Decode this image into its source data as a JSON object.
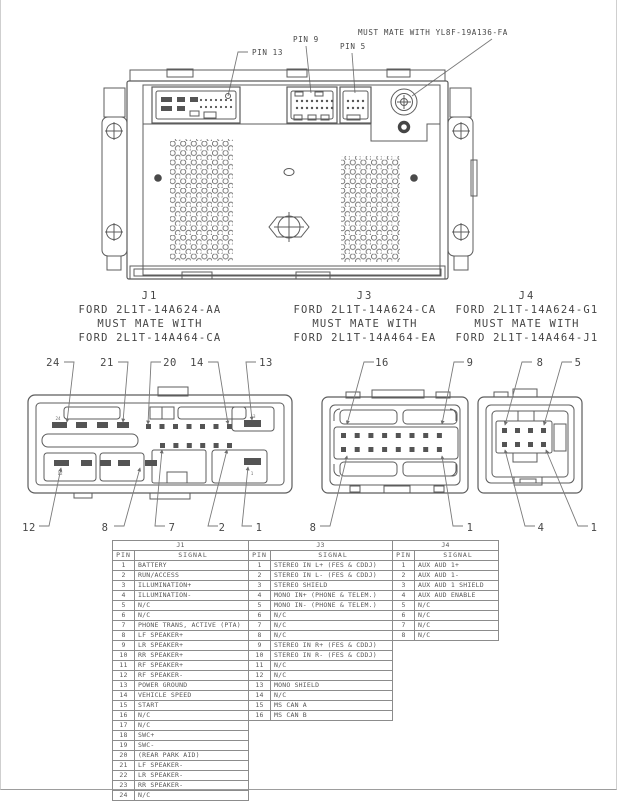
{
  "radio": {
    "mate_note": "MUST MATE WITH YL8F-19A136-FA",
    "pin13_label": "PIN 13",
    "pin9_label": "PIN 9",
    "pin5_label": "PIN 5"
  },
  "connectors": [
    {
      "id": "J1",
      "part": "FORD 2L1T-14A624-AA",
      "mate_line": "MUST MATE WITH",
      "mate_part": "FORD 2L1T-14A464-CA",
      "callouts_top": [
        "24",
        "21",
        "20",
        "14",
        "13"
      ],
      "callouts_bottom": [
        "12",
        "8",
        "7",
        "2",
        "1"
      ],
      "inner_marks": [
        "24",
        "13",
        "12",
        "1"
      ]
    },
    {
      "id": "J3",
      "part": "FORD 2L1T-14A624-CA",
      "mate_line": "MUST MATE WITH",
      "mate_part": "FORD 2L1T-14A464-EA",
      "callouts_top": [
        "16",
        "9"
      ],
      "callouts_bottom": [
        "8",
        "1"
      ]
    },
    {
      "id": "J4",
      "part": "FORD 2L1T-14A624-G1",
      "mate_line": "MUST MATE WITH",
      "mate_part": "FORD 2L1T-14A464-J1",
      "callouts_top": [
        "8",
        "5"
      ],
      "callouts_bottom": [
        "4",
        "1"
      ]
    }
  ],
  "tables": [
    {
      "title": "J1",
      "headers": [
        "PIN",
        "SIGNAL"
      ],
      "rows": [
        [
          "1",
          "BATTERY"
        ],
        [
          "2",
          "RUN/ACCESS"
        ],
        [
          "3",
          "ILLUMINATION+"
        ],
        [
          "4",
          "ILLUMINATION-"
        ],
        [
          "5",
          "N/C"
        ],
        [
          "6",
          "N/C"
        ],
        [
          "7",
          "PHONE TRANS, ACTIVE (PTA)"
        ],
        [
          "8",
          "LF SPEAKER+"
        ],
        [
          "9",
          "LR SPEAKER+"
        ],
        [
          "10",
          "RR SPEAKER+"
        ],
        [
          "11",
          "RF SPEAKER+"
        ],
        [
          "12",
          "RF SPEAKER-"
        ],
        [
          "13",
          "POWER GROUND"
        ],
        [
          "14",
          "VEHICLE SPEED"
        ],
        [
          "15",
          "START"
        ],
        [
          "16",
          "N/C"
        ],
        [
          "17",
          "N/C"
        ],
        [
          "18",
          "SWC+"
        ],
        [
          "19",
          "SWC-"
        ],
        [
          "20",
          "(REAR PARK AID)"
        ],
        [
          "21",
          "LF SPEAKER-"
        ],
        [
          "22",
          "LR SPEAKER-"
        ],
        [
          "23",
          "RR SPEAKER-"
        ],
        [
          "24",
          "N/C"
        ]
      ]
    },
    {
      "title": "J3",
      "headers": [
        "PIN",
        "SIGNAL"
      ],
      "rows": [
        [
          "1",
          "STEREO IN L+ (FES & CDDJ)"
        ],
        [
          "2",
          "STEREO IN L- (FES & CDDJ)"
        ],
        [
          "3",
          "STEREO SHIELD"
        ],
        [
          "4",
          "MONO IN+ (PHONE & TELEM.)"
        ],
        [
          "5",
          "MONO IN- (PHONE & TELEM.)"
        ],
        [
          "6",
          "N/C"
        ],
        [
          "7",
          "N/C"
        ],
        [
          "8",
          "N/C"
        ],
        [
          "9",
          "STEREO IN R+ (FES & CDDJ)"
        ],
        [
          "10",
          "STEREO IN R- (FES & CDDJ)"
        ],
        [
          "11",
          "N/C"
        ],
        [
          "12",
          "N/C"
        ],
        [
          "13",
          "MONO SHIELD"
        ],
        [
          "14",
          "N/C"
        ],
        [
          "15",
          "MS CAN A"
        ],
        [
          "16",
          "MS CAN B"
        ]
      ]
    },
    {
      "title": "J4",
      "headers": [
        "PIN",
        "SIGNAL"
      ],
      "rows": [
        [
          "1",
          "AUX AUD 1+"
        ],
        [
          "2",
          "AUX AUD 1-"
        ],
        [
          "3",
          "AUX AUD 1 SHIELD"
        ],
        [
          "4",
          "AUX AUD ENABLE"
        ],
        [
          "5",
          "N/C"
        ],
        [
          "6",
          "N/C"
        ],
        [
          "7",
          "N/C"
        ],
        [
          "8",
          "N/C"
        ]
      ]
    }
  ]
}
